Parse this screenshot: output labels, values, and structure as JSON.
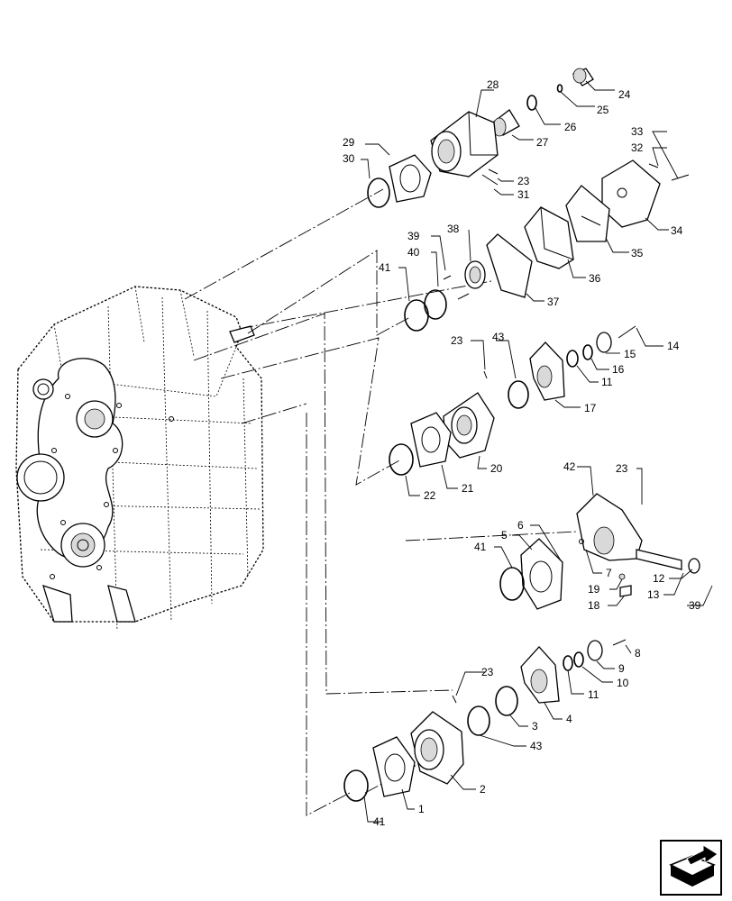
{
  "callouts": [
    "1",
    "2",
    "3",
    "4",
    "5",
    "6",
    "7",
    "8",
    "9",
    "10",
    "11",
    "12",
    "13",
    "14",
    "15",
    "16",
    "17",
    "18",
    "19",
    "20",
    "21",
    "22",
    "23",
    "24",
    "25",
    "26",
    "27",
    "28",
    "29",
    "30",
    "31",
    "32",
    "33",
    "34",
    "35",
    "36",
    "37",
    "38",
    "39",
    "40",
    "41",
    "42",
    "43"
  ],
  "labels": {
    "n24": "24",
    "n25": "25",
    "n26": "26",
    "n27": "27",
    "n28": "28",
    "n29": "29",
    "n30": "30",
    "n23a": "23",
    "n31": "31",
    "n33": "33",
    "n32": "32",
    "n34": "34",
    "n35": "35",
    "n36": "36",
    "n37": "37",
    "n38": "38",
    "n39a": "39",
    "n40": "40",
    "n41a": "41",
    "n43a": "43",
    "n23b": "23",
    "n14": "14",
    "n15": "15",
    "n16": "16",
    "n11a": "11",
    "n17": "17",
    "n20": "20",
    "n21": "21",
    "n22": "22",
    "n42": "42",
    "n23c": "23",
    "n6": "6",
    "n5": "5",
    "n7": "7",
    "n41b": "41",
    "n12": "12",
    "n13": "13",
    "n39b": "39",
    "n19": "19",
    "n18": "18",
    "n23d": "23",
    "n8": "8",
    "n9": "9",
    "n10": "10",
    "n11b": "11",
    "n4": "4",
    "n3": "3",
    "n43b": "43",
    "n2": "2",
    "n1": "1",
    "n41c": "41"
  },
  "nav_icon": "next-page-arrow-icon"
}
